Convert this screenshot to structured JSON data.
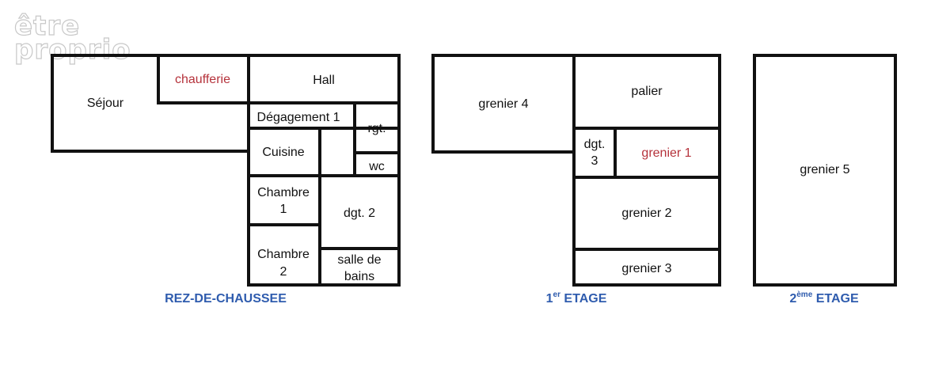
{
  "logo": {
    "line1": "être",
    "line2": "proprio"
  },
  "rooms": {
    "sejour": "Séjour",
    "chaufferie": "chaufferie",
    "hall": "Hall",
    "degagement1": "Dégagement 1",
    "rgt": "rgt.",
    "wc": "wc",
    "cuisine": "Cuisine",
    "chambre1": [
      "Chambre",
      "1"
    ],
    "dgt2": "dgt. 2",
    "chambre2": [
      "Chambre",
      "2"
    ],
    "salle_de_bains": [
      "salle de",
      "bains"
    ],
    "grenier4": "grenier 4",
    "palier": "palier",
    "dgt3": [
      "dgt.",
      "3"
    ],
    "grenier1": "grenier 1",
    "grenier2": "grenier 2",
    "grenier3": "grenier 3",
    "grenier5": "grenier 5"
  },
  "levels": {
    "rdc": "REZ-DE-CHAUSSEE",
    "etage1": {
      "num": "1",
      "sup": "er",
      "label": " ETAGE"
    },
    "etage2": {
      "num": "2",
      "sup": "ème",
      "label": " ETAGE"
    }
  },
  "colors": {
    "wall": "#111111",
    "highlight": "#b5323b",
    "level_title": "#2f5cae"
  }
}
